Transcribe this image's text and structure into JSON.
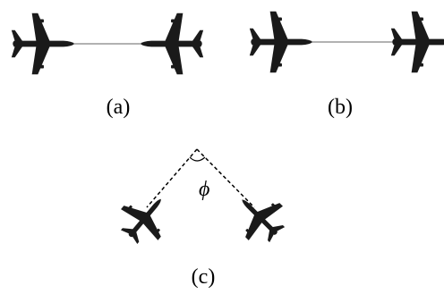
{
  "captions": {
    "a": "(a)",
    "b": "(b)",
    "c": "(c)"
  },
  "angle_symbol": "ϕ",
  "colors": {
    "aircraft": "#1a1a1a",
    "link_line": "#666666",
    "dashed_line": "#000000",
    "background": "#ffffff"
  },
  "icons": [
    "airplane-icon"
  ]
}
